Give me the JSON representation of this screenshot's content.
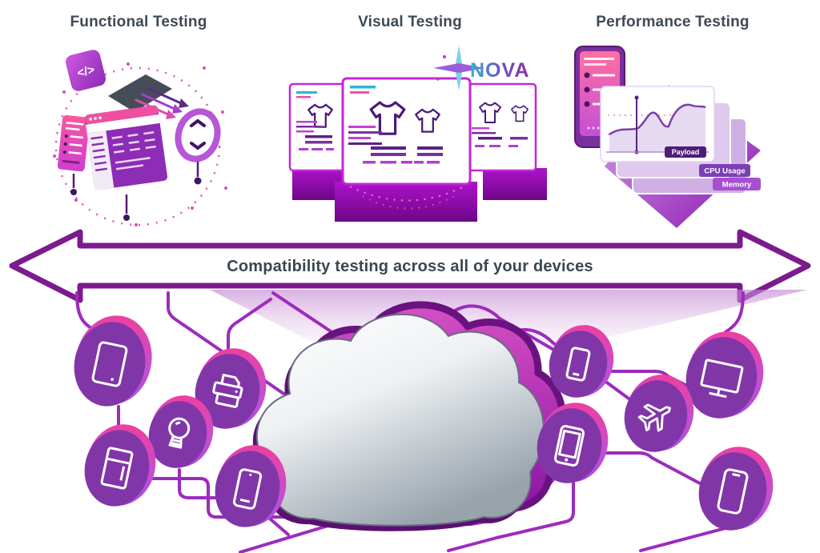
{
  "titles": {
    "functional": "Functional Testing",
    "visual": "Visual Testing",
    "performance": "Performance Testing"
  },
  "banner": {
    "text": "Compatibility testing across all of your devices"
  },
  "nova": {
    "text": "NOVA"
  },
  "functional": {
    "code_glyph": "</>"
  },
  "performance": {
    "labels": {
      "payload": "Payload",
      "cpu": "CPU Usage",
      "memory": "Memory"
    }
  },
  "devices": {
    "left": [
      "tablet",
      "printer",
      "smart-bulb",
      "refrigerator",
      "smartphone"
    ],
    "right": [
      "mobile-phone",
      "desktop-monitor",
      "airplane",
      "smartphone",
      "mobile-phone"
    ],
    "hub": "cloud"
  },
  "colors": {
    "title_text": "#3d4956",
    "arrow_border": "#7b1b8e",
    "connection_line": "#9d2bbd",
    "badge_purple": "#8136a8",
    "badge_rim_pink": "#ee3fa0",
    "accent_magenta": "#d62fb0",
    "accent_cyan": "#2ab7d8"
  }
}
